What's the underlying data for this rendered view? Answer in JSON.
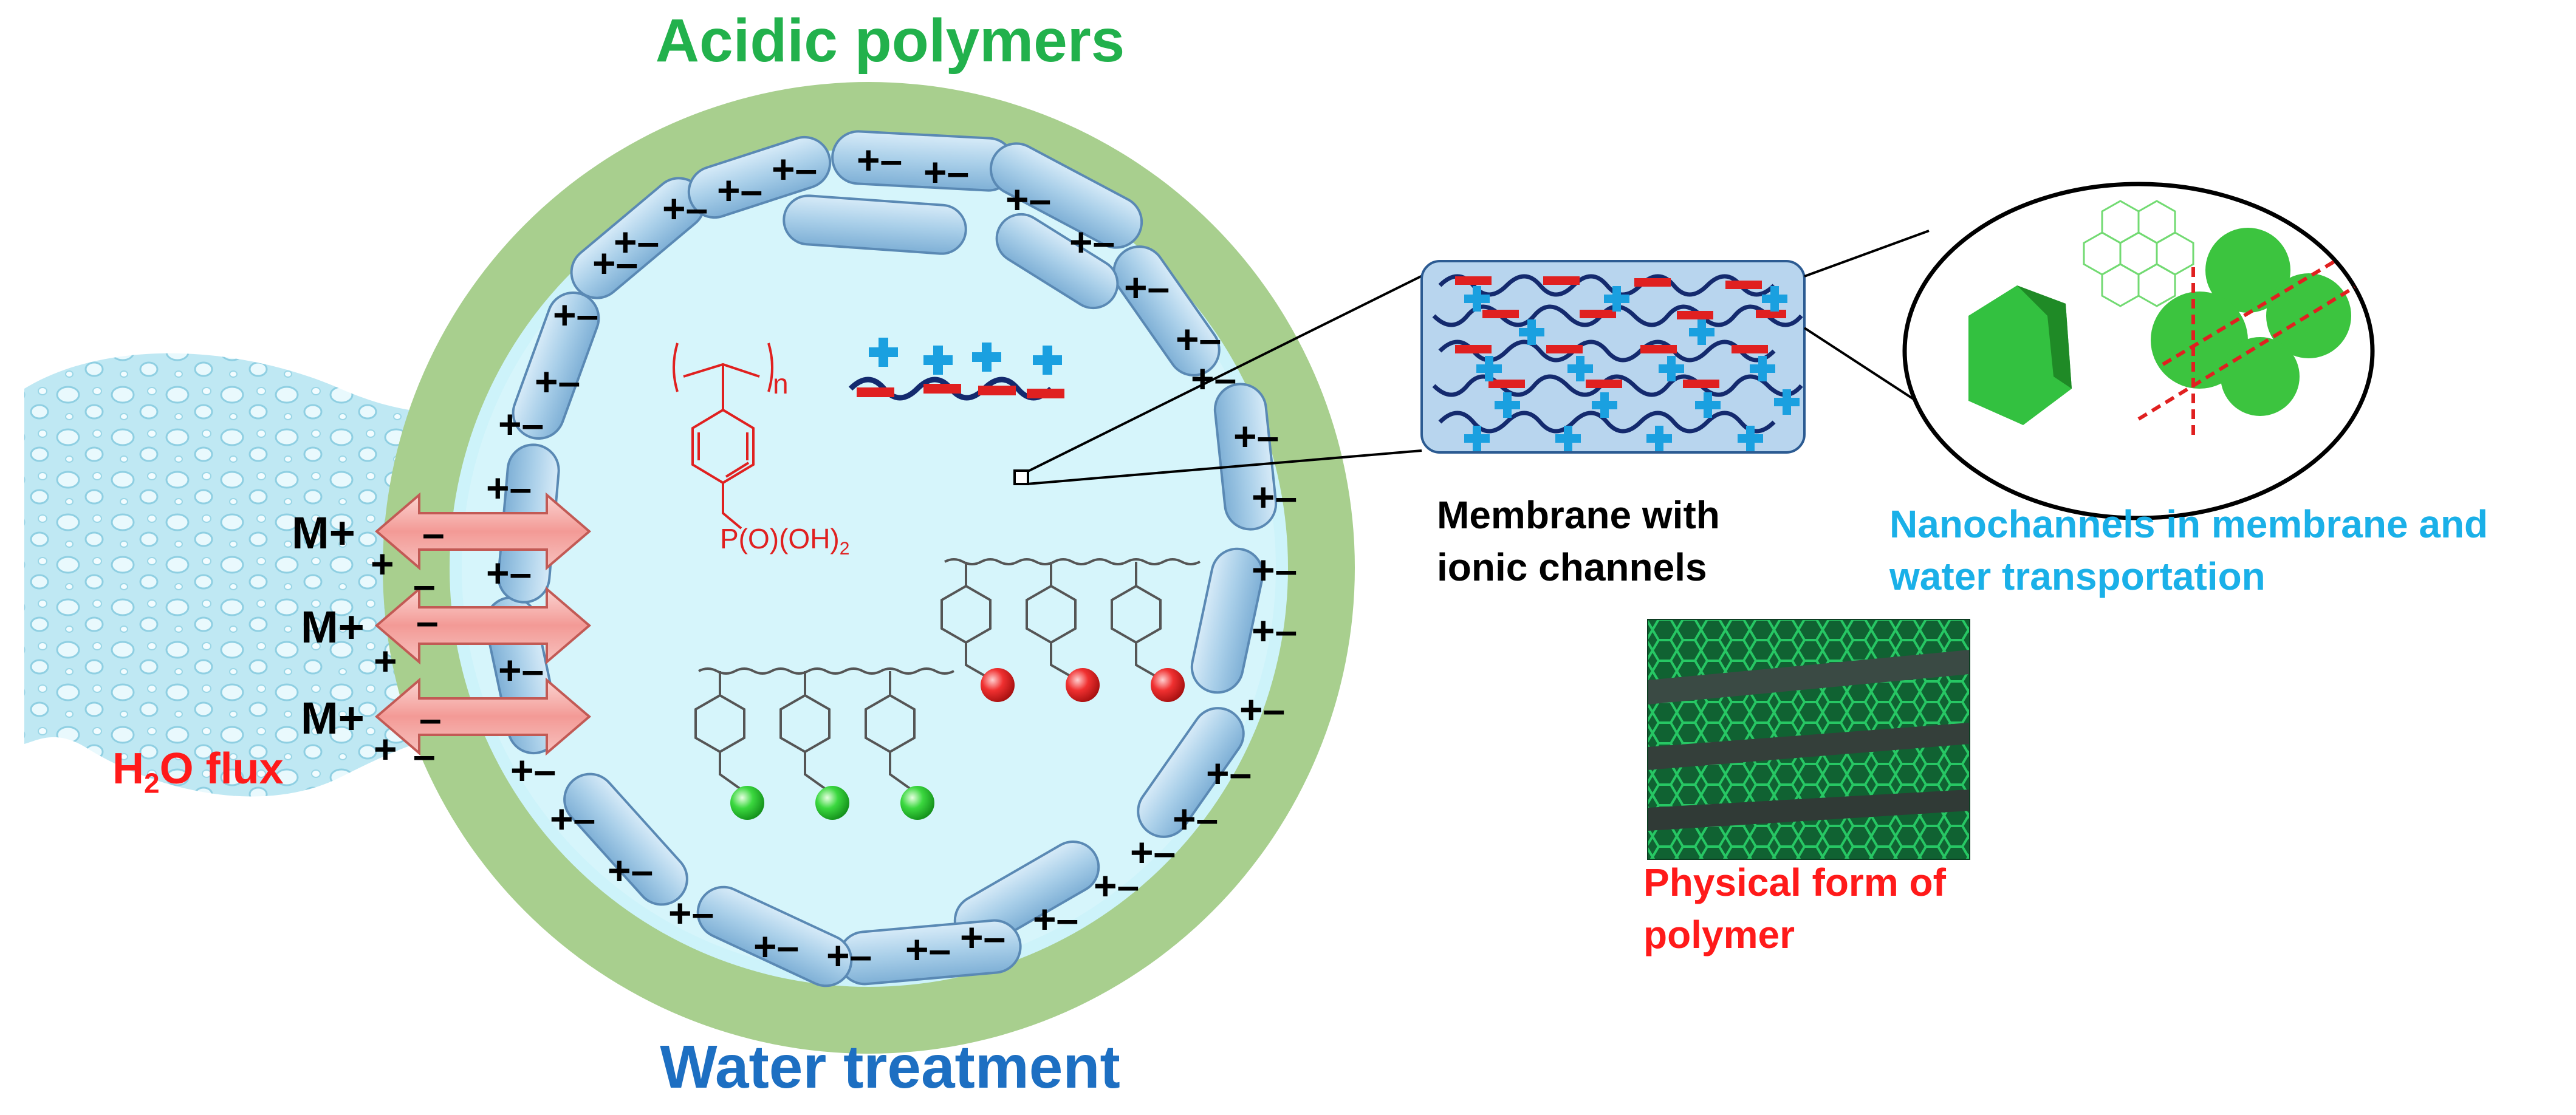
{
  "labels": {
    "title_top": "Acidic polymers",
    "title_bottom": "Water treatment",
    "h2o_flux_prefix": "H",
    "h2o_flux_sub": "2",
    "h2o_flux_suffix": "O flux",
    "membrane_line1": "Membrane with",
    "membrane_line2": "ionic channels",
    "nano_line1": "Nanochannels in membrane and",
    "nano_line2": "water transportation",
    "physical_line1": "Physical form of",
    "physical_line2": "polymer",
    "ion_m": "M+",
    "ion_minus": "–",
    "ion_plus": "+",
    "charge_pair": "+–",
    "chem_polymer_sub": "n",
    "chem_group_main": "P(O)(OH)",
    "chem_group_sub": "2"
  },
  "colors": {
    "title_top": "#22b14c",
    "title_bottom": "#1d6fc2",
    "flux": "#ff1a1a",
    "nano": "#1ab0e8",
    "outer_ring": "#a8cf8e",
    "inner_fill": "#cdf3fa",
    "capsule": "#9cc6e4",
    "water": "#b9e6f2",
    "cation": "#1aa0e0",
    "anion": "#e02020",
    "chain": "#142a6e",
    "bead_red": "#ee2a2a",
    "bead_green": "#36d23a",
    "mesh_green": "#18c25a",
    "arrow_fill": "#f4a3a0"
  }
}
